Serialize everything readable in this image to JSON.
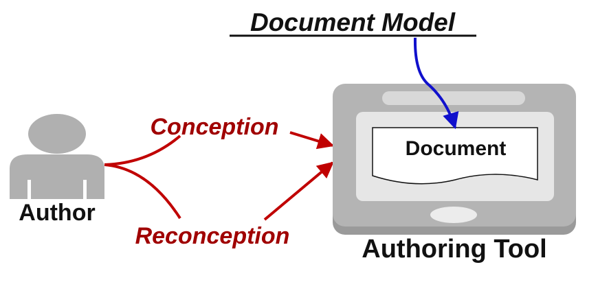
{
  "title": "Document Model",
  "actor": {
    "label": "Author"
  },
  "flows": [
    {
      "label": "Conception"
    },
    {
      "label": "Reconception"
    }
  ],
  "tool": {
    "label": "Authoring Tool",
    "document_label": "Document"
  },
  "colors": {
    "flow_red": "#c00000",
    "flow_label": "#a00000",
    "model_arrow": "#1010cc",
    "device_gray": "#a8a8a8",
    "device_light": "#d6d6d6",
    "person_gray": "#b0b0b0"
  }
}
